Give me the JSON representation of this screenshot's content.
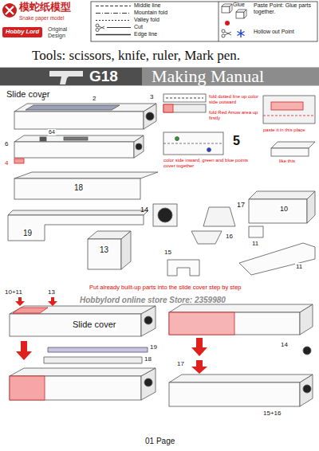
{
  "diagram": {
    "nodes": [
      {
        "text": [
          "Hobby Lord"
        ]
      },
      {
        "text": [
          "G18",
          "Making Manual"
        ]
      }
    ],
    "labels": [
      "模蛇纸模型",
      "Snake paper model",
      "Original Design",
      "Glue",
      "Tools: scissors, knife, ruler, Mark pen.",
      "Slide cover",
      "5",
      "2",
      "3",
      "6",
      "64",
      "4",
      "fold dotted line up color side outward",
      "fold Red Arrow area up firstly",
      "paste it in this place",
      "color side inward, green and blue points cover together",
      "like this",
      "5",
      "18",
      "19",
      "14",
      "17",
      "10",
      "11",
      "11",
      "13",
      "16",
      "15",
      "Put already built-up parts into the slide cover step by step",
      "Hobbylord online store Store: 2359980",
      "10+11",
      "13",
      "Slide cover",
      "19",
      "18",
      "17",
      "14",
      "15+16",
      "01 Page"
    ],
    "legend": [
      {
        "text": "Middle line"
      },
      {
        "text": "Mountain fold"
      },
      {
        "text": "Valley fold"
      },
      {
        "text": "Cut"
      },
      {
        "text": "Edge line"
      },
      {
        "text": "Paste Point: Glue parts together."
      },
      {
        "text": "Hollow out Point"
      }
    ]
  }
}
